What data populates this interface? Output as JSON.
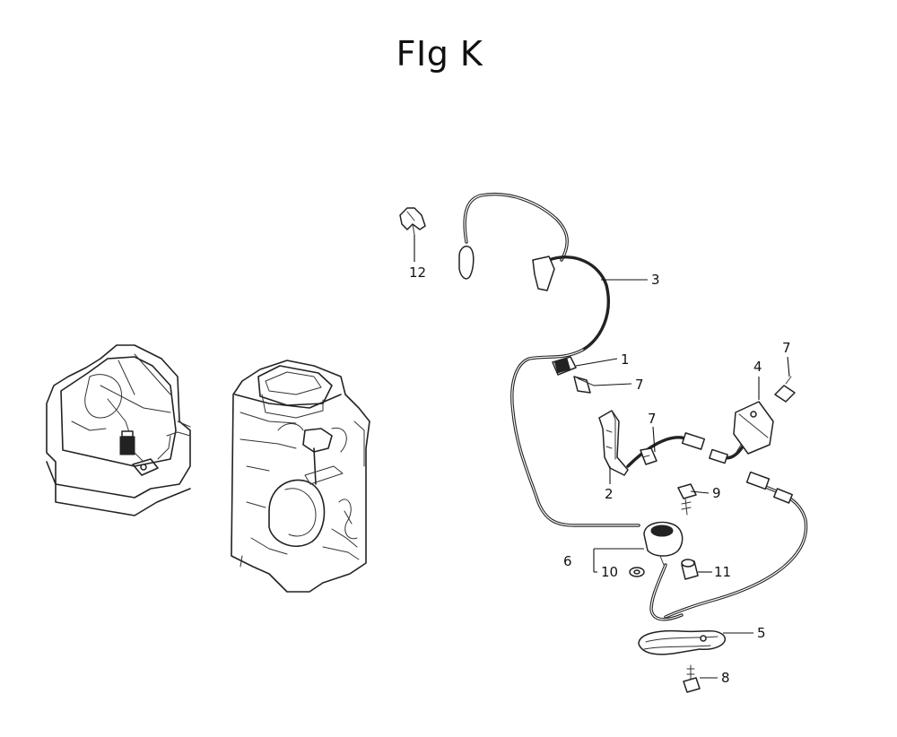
{
  "title": "FIg K",
  "callouts": {
    "c1": "1",
    "c2": "2",
    "c3": "3",
    "c4": "4",
    "c5": "5",
    "c6": "6",
    "c7a": "7",
    "c7b": "7",
    "c7c": "7",
    "c8": "8",
    "c9": "9",
    "c10": "10",
    "c11": "11",
    "c12": "12"
  }
}
